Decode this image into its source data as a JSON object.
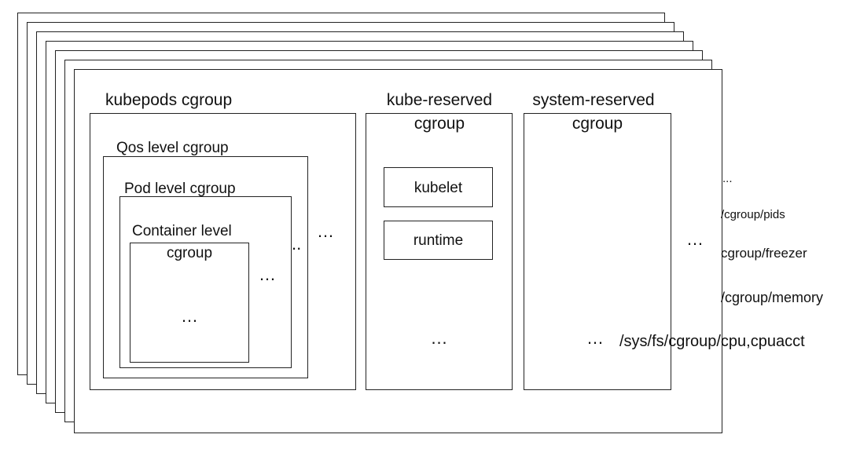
{
  "diagram": {
    "kubepods": {
      "title": "kubepods cgroup",
      "qos_label": "Qos level cgroup",
      "pod_label": "Pod level cgroup",
      "container_label_line1": "Container level",
      "container_label_line2": "cgroup",
      "container_more": "…",
      "pod_more": "…",
      "qos_more": "..",
      "kubepods_more": "…"
    },
    "kube_reserved": {
      "title_line1": "kube-reserved",
      "title_line2": "cgroup",
      "items": [
        "kubelet",
        "runtime"
      ],
      "more": "…"
    },
    "system_reserved": {
      "title_line1": "system-reserved",
      "title_line2": "cgroup",
      "more": "…",
      "side_more": "…"
    },
    "layers": {
      "front_label": "/sys/fs/cgroup/cpu,cpuacct",
      "back_labels": [
        "/cgroup/memory",
        "cgroup/freezer",
        "/cgroup/pids"
      ],
      "top_more": "..."
    }
  }
}
